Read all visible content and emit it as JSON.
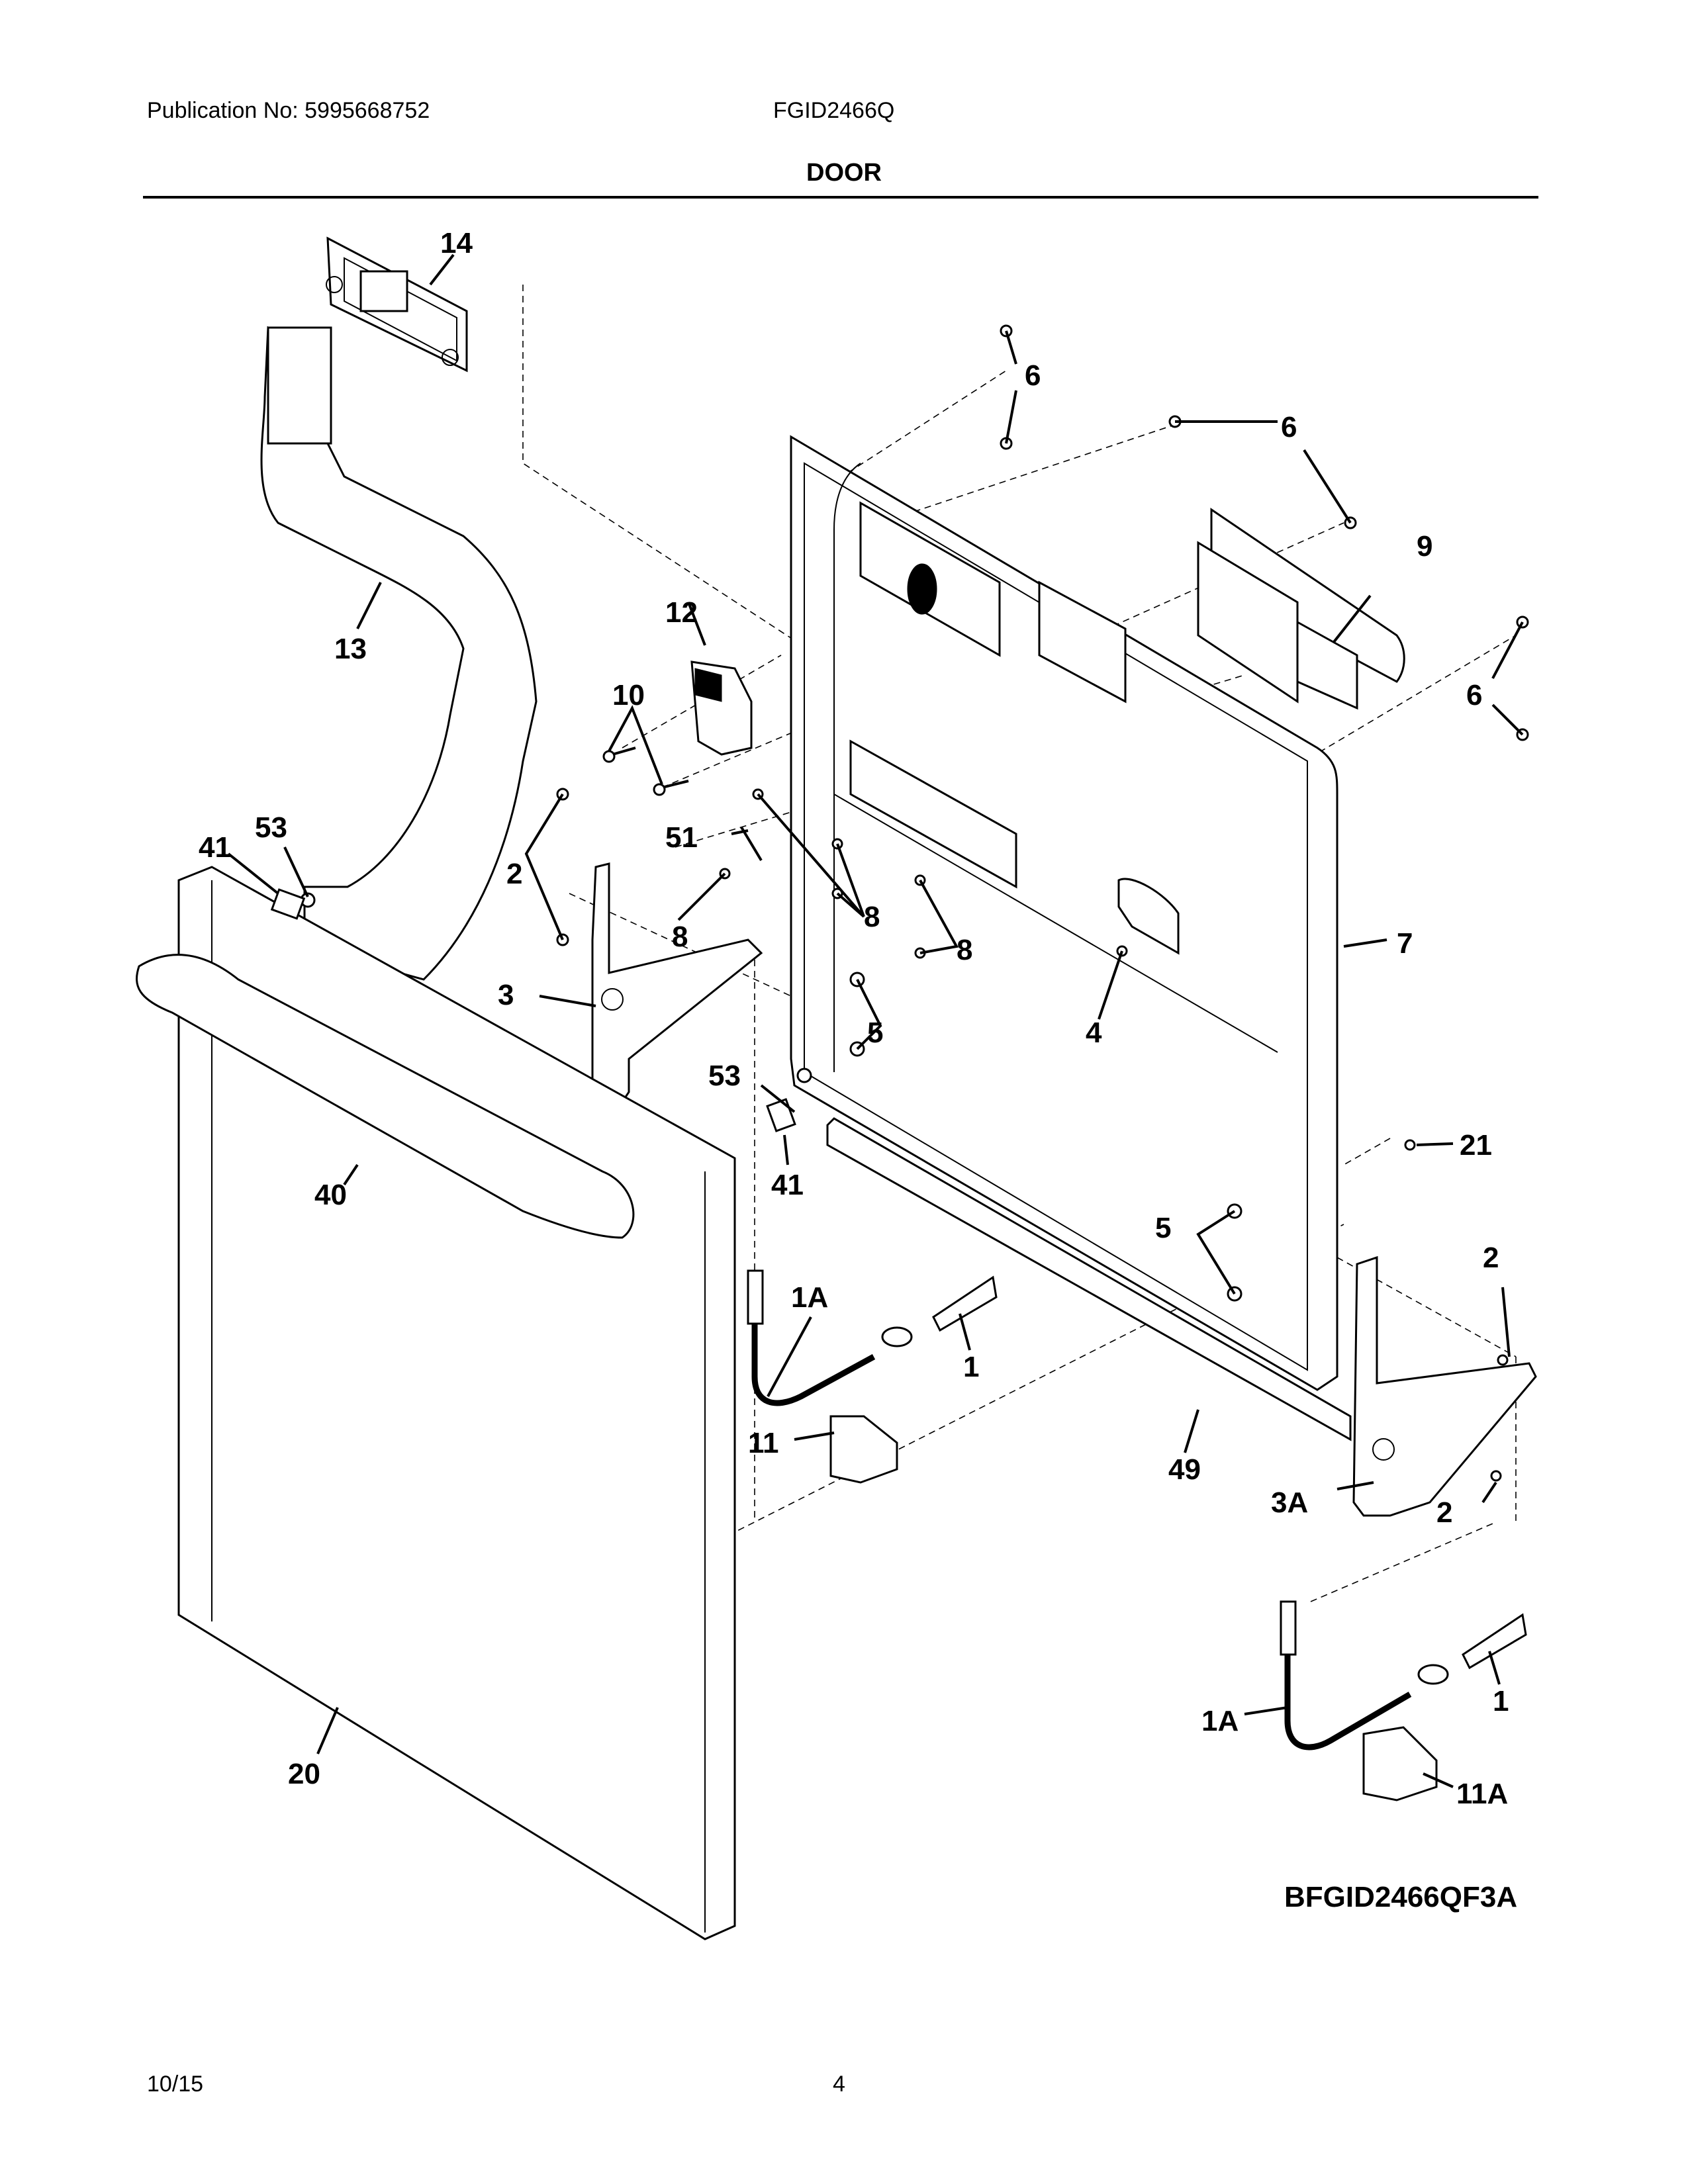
{
  "header": {
    "publication": "Publication No: 5995668752",
    "model": "FGID2466Q",
    "section_title": "DOOR"
  },
  "diagram": {
    "code": "BFGID2466QF3A",
    "callouts": [
      {
        "id": "c14",
        "label": "14"
      },
      {
        "id": "c13",
        "label": "13"
      },
      {
        "id": "c12",
        "label": "12"
      },
      {
        "id": "c10",
        "label": "10"
      },
      {
        "id": "c51",
        "label": "51"
      },
      {
        "id": "c41a",
        "label": "41"
      },
      {
        "id": "c53a",
        "label": "53"
      },
      {
        "id": "c2a",
        "label": "2"
      },
      {
        "id": "c8a",
        "label": "8"
      },
      {
        "id": "c8b",
        "label": "8"
      },
      {
        "id": "c8c",
        "label": "8"
      },
      {
        "id": "c3",
        "label": "3"
      },
      {
        "id": "c5a",
        "label": "5"
      },
      {
        "id": "c4",
        "label": "4"
      },
      {
        "id": "c7",
        "label": "7"
      },
      {
        "id": "c53b",
        "label": "53"
      },
      {
        "id": "c41b",
        "label": "41"
      },
      {
        "id": "c40",
        "label": "40"
      },
      {
        "id": "c21",
        "label": "21"
      },
      {
        "id": "c5b",
        "label": "5"
      },
      {
        "id": "c2b",
        "label": "2"
      },
      {
        "id": "c1Aa",
        "label": "1A"
      },
      {
        "id": "c1a",
        "label": "1"
      },
      {
        "id": "c11",
        "label": "11"
      },
      {
        "id": "c49",
        "label": "49"
      },
      {
        "id": "c3A",
        "label": "3A"
      },
      {
        "id": "c2c",
        "label": "2"
      },
      {
        "id": "c1Ab",
        "label": "1A"
      },
      {
        "id": "c1b",
        "label": "1"
      },
      {
        "id": "c11A",
        "label": "11A"
      },
      {
        "id": "c20",
        "label": "20"
      },
      {
        "id": "c6a",
        "label": "6"
      },
      {
        "id": "c6b",
        "label": "6"
      },
      {
        "id": "c6c",
        "label": "6"
      },
      {
        "id": "c9",
        "label": "9"
      }
    ]
  },
  "footer": {
    "date": "10/15",
    "page": "4"
  }
}
